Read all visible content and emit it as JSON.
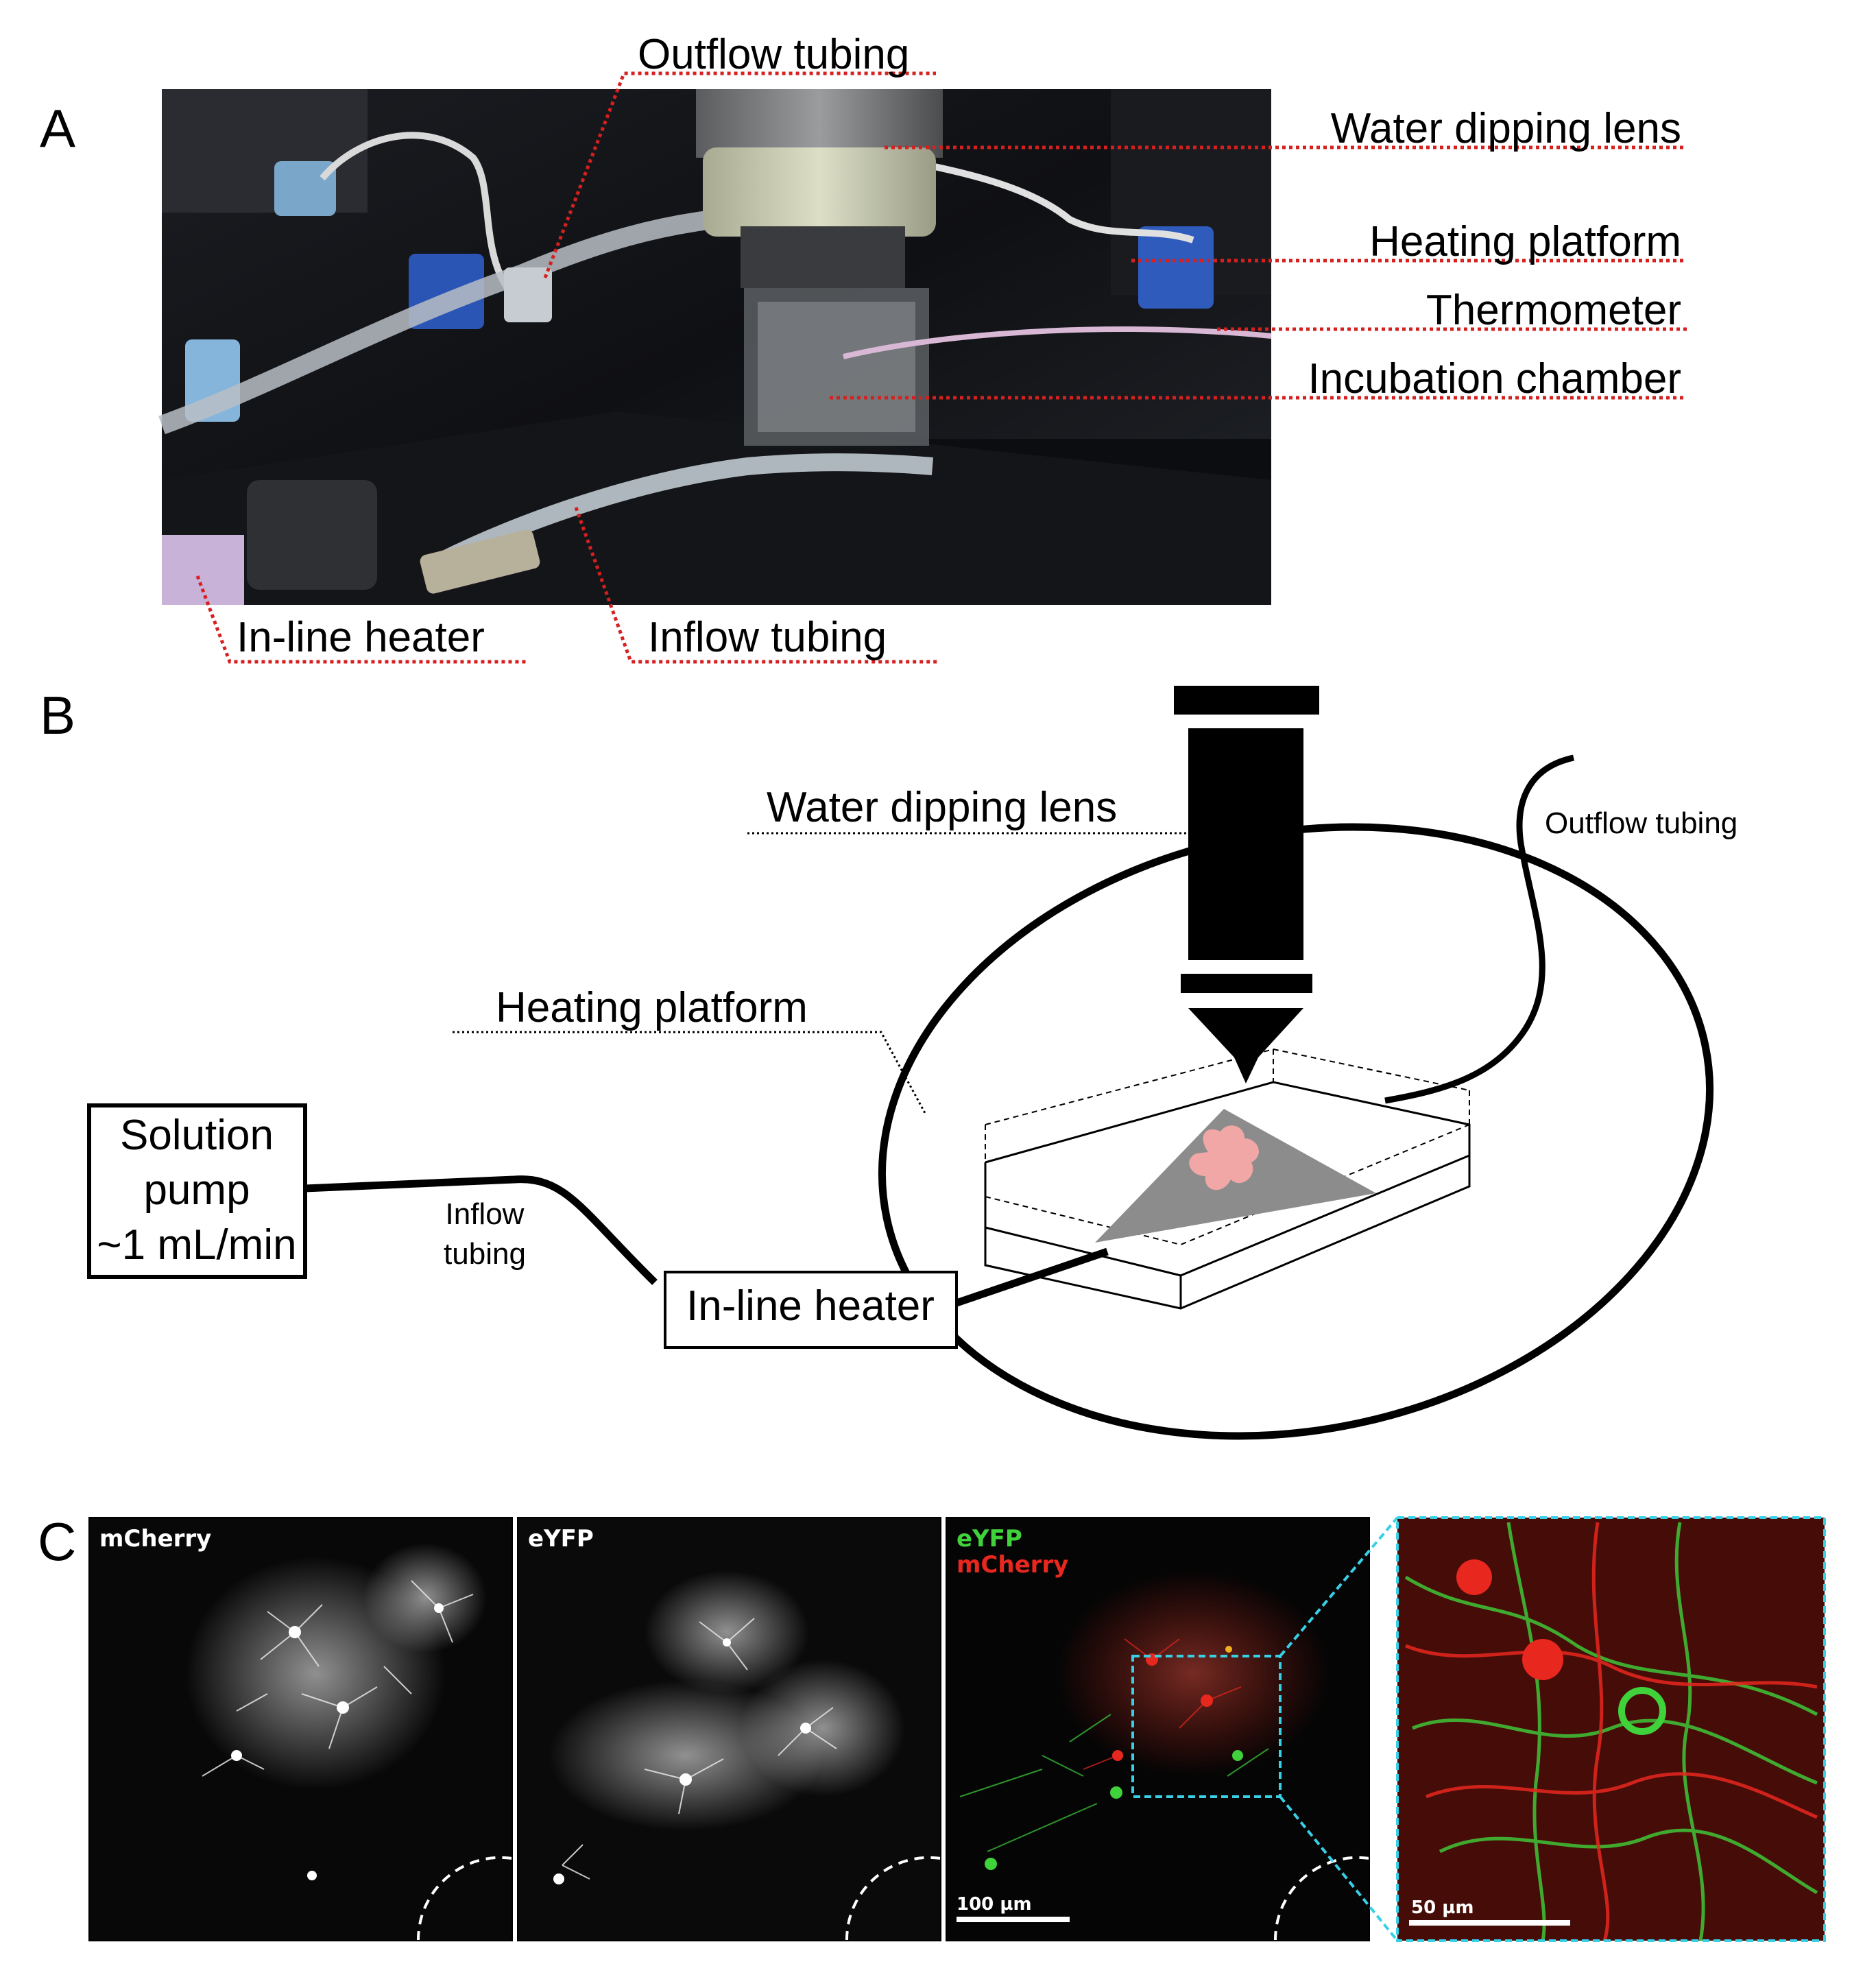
{
  "panels": {
    "a": {
      "letter": "A",
      "labels": {
        "outflow": "Outflow tubing",
        "lens": "Water dipping lens",
        "heating": "Heating platform",
        "thermometer": "Thermometer",
        "incubation": "Incubation chamber",
        "inline_heater": "In-line heater",
        "inflow": "Inflow tubing"
      }
    },
    "b": {
      "letter": "B",
      "labels": {
        "lens": "Water dipping lens",
        "outflow": "Outflow tubing",
        "heating": "Heating platform",
        "pump_line1": "Solution",
        "pump_line2": "pump",
        "pump_line3": "~1 mL/min",
        "inflow_line1": "Inflow",
        "inflow_line2": "tubing",
        "inline_heater": "In-line heater"
      }
    },
    "c": {
      "letter": "C",
      "images": [
        {
          "title": "mCherry"
        },
        {
          "title": "eYFP"
        },
        {
          "title_green": "eYFP",
          "title_red": "mCherry",
          "scale_bar": "100 µm"
        },
        {
          "scale_bar": "50 µm"
        }
      ]
    }
  },
  "colors": {
    "leader_red": "#d62020",
    "leader_black": "#000000",
    "inset_cyan": "#38d0e6",
    "tissue_gray": "#8c8c8c",
    "cell_pink": "#f2a7a7",
    "channel_red": "#e8271e",
    "channel_green": "#3fd23a"
  }
}
